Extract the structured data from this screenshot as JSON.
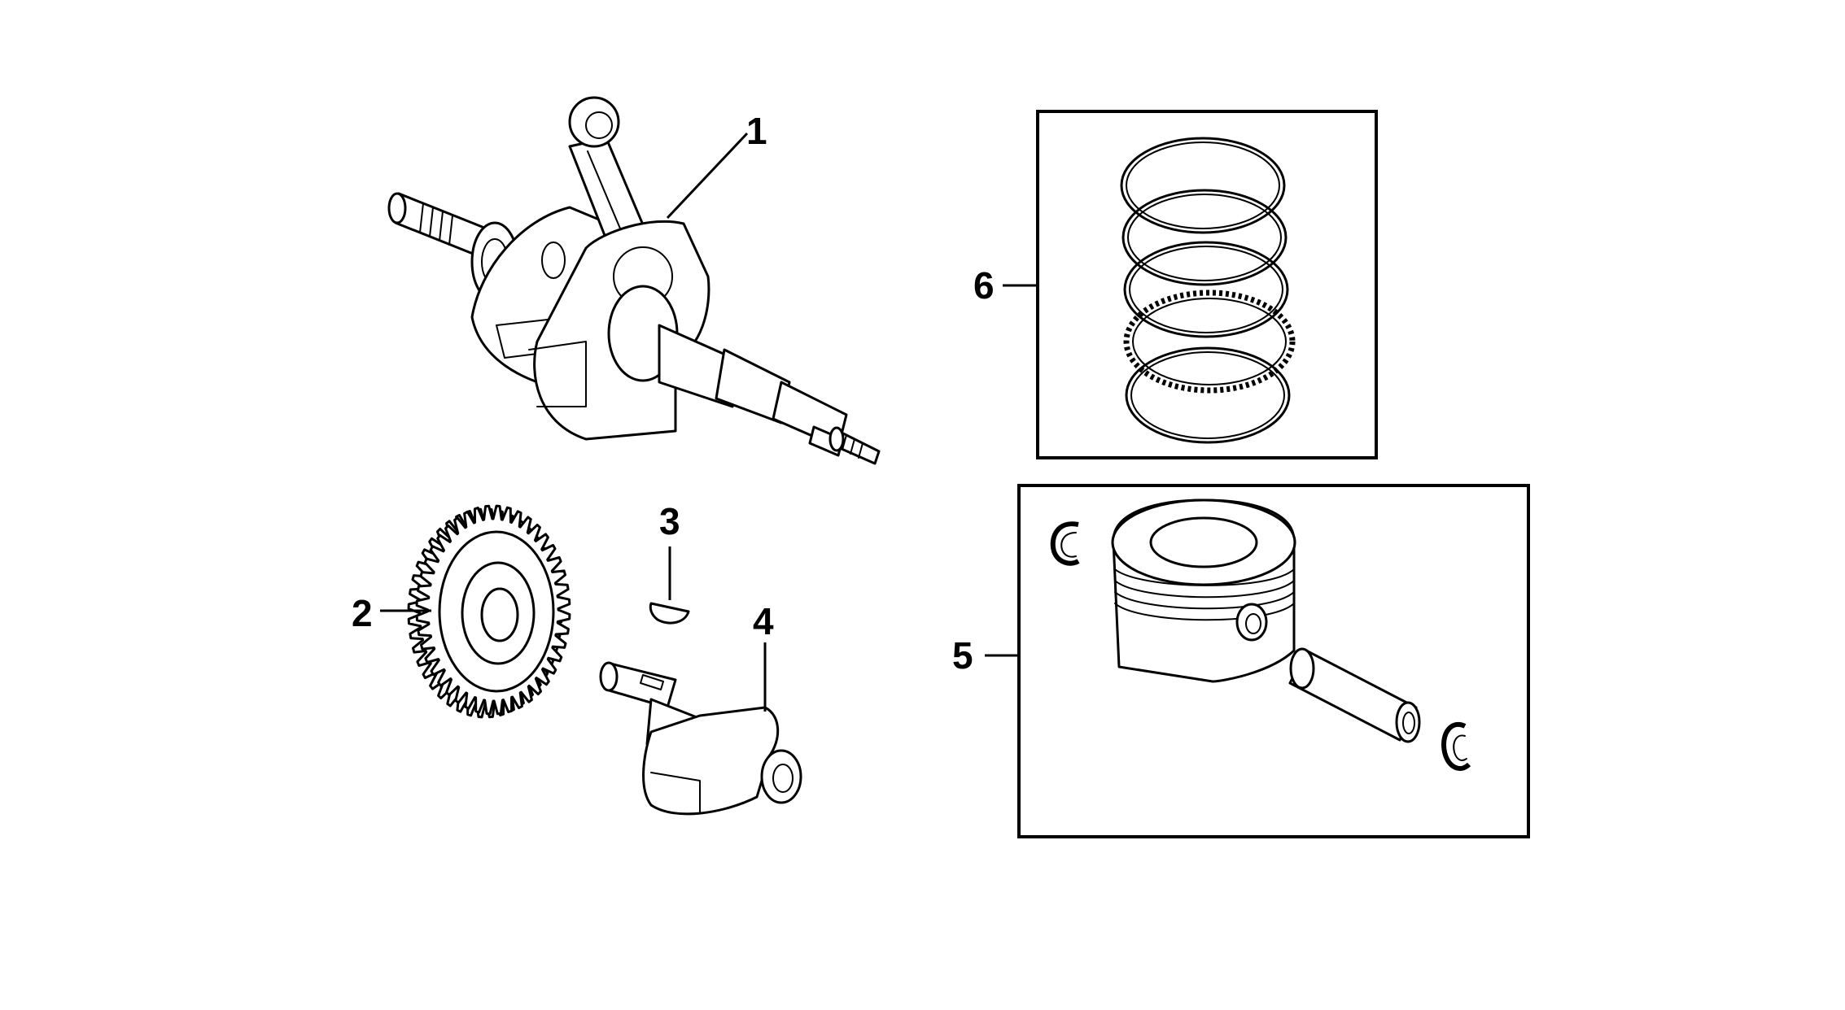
{
  "callouts": {
    "c1": "1",
    "c2": "2",
    "c3": "3",
    "c4": "4",
    "c5": "5",
    "c6": "6"
  },
  "parts": [
    {
      "ref": "1",
      "icon": "crankshaft-connecting-rod-icon"
    },
    {
      "ref": "2",
      "icon": "gear-icon"
    },
    {
      "ref": "3",
      "icon": "woodruff-key-icon"
    },
    {
      "ref": "4",
      "icon": "balancer-shaft-icon"
    },
    {
      "ref": "5",
      "icon": "piston-pin-clip-icon"
    },
    {
      "ref": "6",
      "icon": "piston-ring-set-icon"
    }
  ],
  "colors": {
    "line": "#000000",
    "background": "#ffffff"
  }
}
